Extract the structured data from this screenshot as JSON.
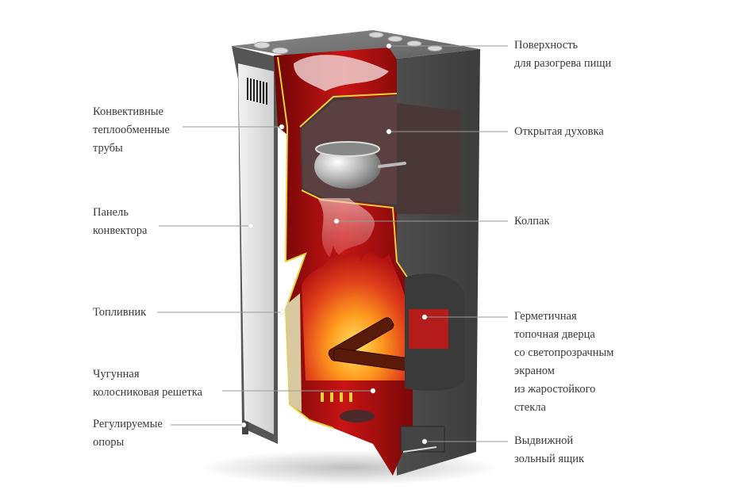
{
  "diagram": {
    "subject": "Cutaway view of a wood-burning stove with oven",
    "colors": {
      "body_dark": "#4a4a4a",
      "side_panel": "#e4e4e4",
      "firebox_red": "#b00d0d",
      "outline_yellow": "#e6d23a",
      "leader_line": "#9a9a9a",
      "text": "#3a3a3a"
    },
    "labels_left": [
      {
        "id": "convective-tubes",
        "lines": [
          "Конвективные",
          "теплообменные",
          "трубы"
        ]
      },
      {
        "id": "convector-panel",
        "lines": [
          "Панель",
          "конвектора"
        ]
      },
      {
        "id": "firebox",
        "lines": [
          "Топливник"
        ]
      },
      {
        "id": "cast-iron-grate",
        "lines": [
          "Чугунная",
          "колосниковая решетка"
        ]
      },
      {
        "id": "adjustable-legs",
        "lines": [
          "Регулируемые",
          "опоры"
        ]
      }
    ],
    "labels_right": [
      {
        "id": "heating-surface",
        "lines": [
          "Поверхность",
          "для разогрева пищи"
        ]
      },
      {
        "id": "open-oven",
        "lines": [
          "Открытая духовка"
        ]
      },
      {
        "id": "hood",
        "lines": [
          "Колпак"
        ]
      },
      {
        "id": "sealed-door",
        "lines": [
          "Герметичная",
          "топочная дверца",
          "со светопрозрачным",
          "экраном",
          "из жаростойкого",
          "стекла"
        ]
      },
      {
        "id": "ash-drawer",
        "lines": [
          "Выдвижной",
          "зольный ящик"
        ]
      }
    ]
  }
}
